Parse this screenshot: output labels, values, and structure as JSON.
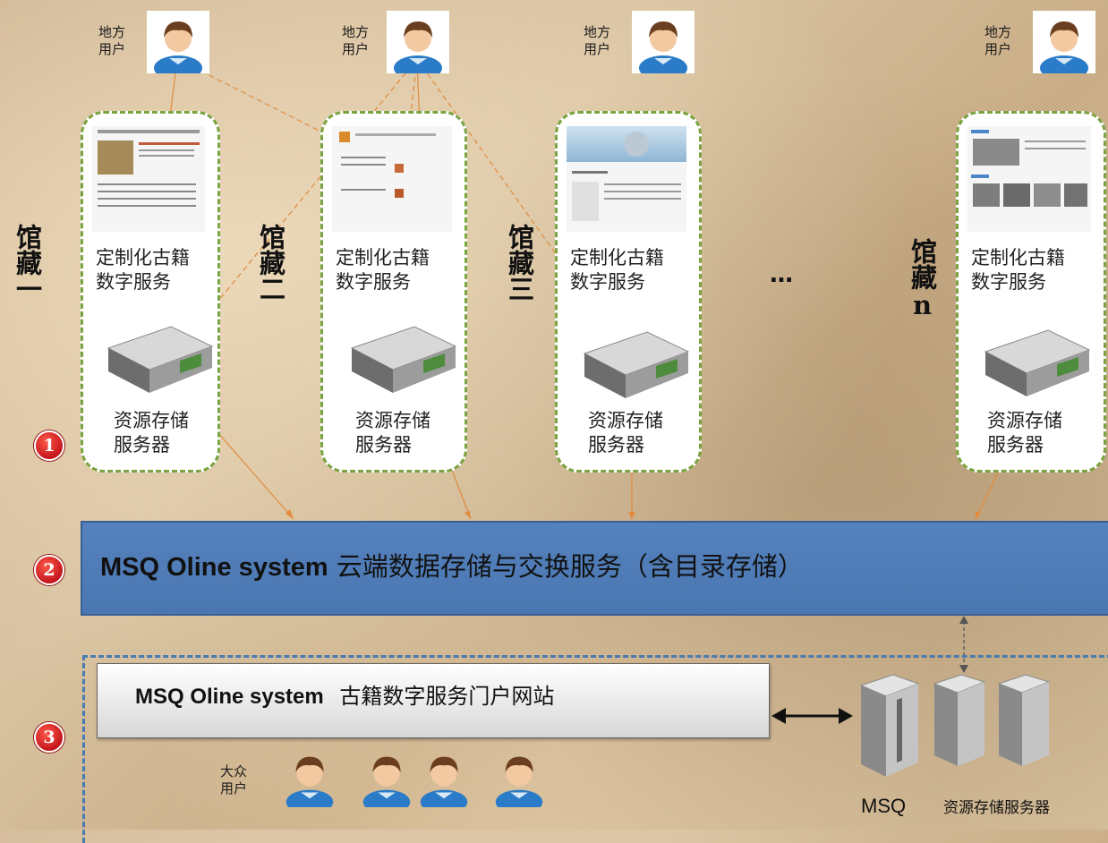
{
  "local_user_label": "地方\n用户",
  "public_user_label": "大众\n用户",
  "collections": [
    {
      "name": "馆藏一",
      "service": "定制化古籍\n数字服务",
      "server": "资源存储\n服务器"
    },
    {
      "name": "馆藏二",
      "service": "定制化古籍\n数字服务",
      "server": "资源存储\n服务器"
    },
    {
      "name": "馆藏三",
      "service": "定制化古籍\n数字服务",
      "server": "资源存储\n服务器"
    },
    {
      "name": "馆藏n",
      "service": "定制化古籍\n数字服务",
      "server": "资源存储\n服务器"
    }
  ],
  "ellipsis": "…",
  "badges": [
    "1",
    "2",
    "3"
  ],
  "cloud": {
    "system": "MSQ Oline system",
    "service": "云端数据存储与交换服务（含目录存储）"
  },
  "portal": {
    "system": "MSQ Oline system",
    "service": "古籍数字服务门户网站"
  },
  "msq_label": "MSQ",
  "storage_label": "资源存储服务器",
  "colors": {
    "card_border": "#7aa441",
    "cloud_bar": "#4f7cb8",
    "badge": "#c4161c",
    "link_line": "#e28a3c"
  }
}
